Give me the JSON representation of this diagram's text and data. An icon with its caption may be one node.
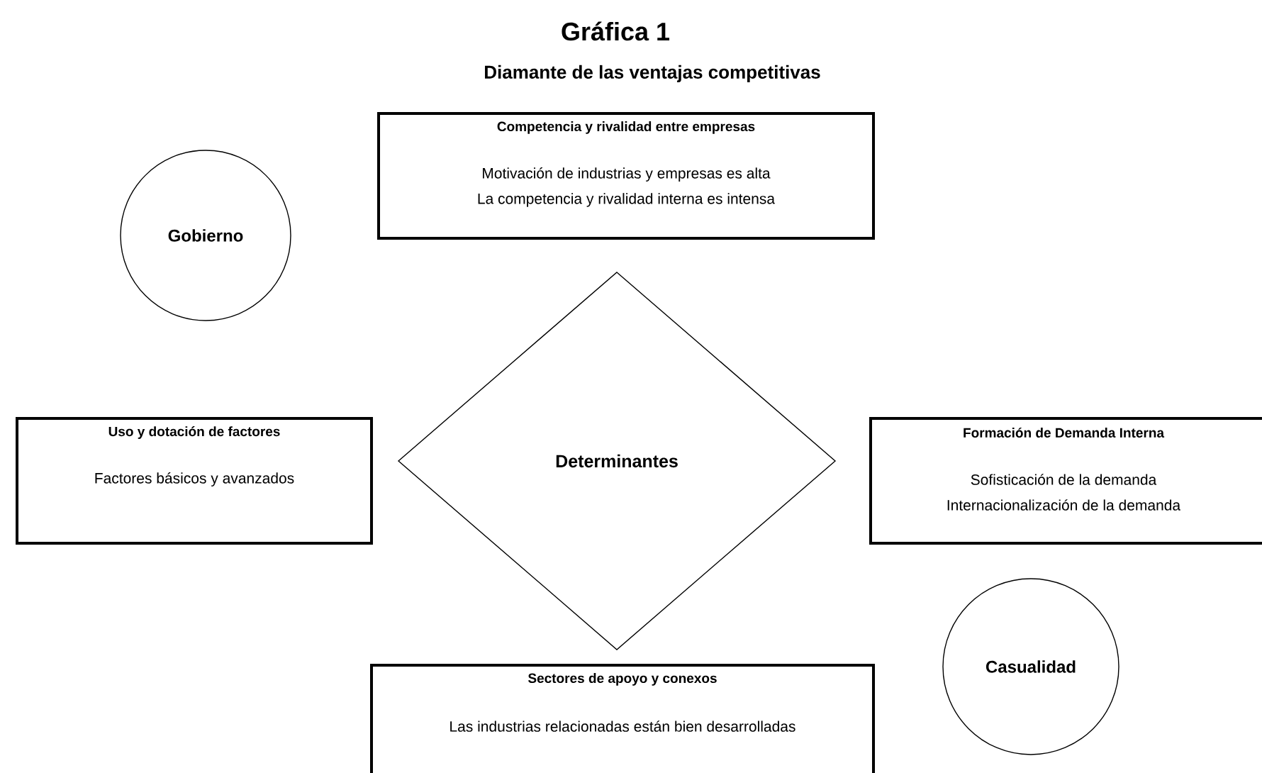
{
  "diagram": {
    "title": "Gráfica 1",
    "caption": "Diamante de las ventajas competitivas",
    "nodes": [
      {
        "text": [
          "Competencia y rivalidad entre empresas",
          "Motivación de industrias y empresas es alta",
          "La competencia y rivalidad interna es intensa"
        ]
      },
      {
        "text": [
          "Gobierno"
        ]
      },
      {
        "text": [
          "Uso y dotación de factores",
          "Factores básicos y avanzados"
        ]
      },
      {
        "text": [
          "Determinantes"
        ]
      },
      {
        "text": [
          "Formación de Demanda Interna",
          "Sofisticación de la demanda",
          "Internacionalización de la demanda"
        ]
      },
      {
        "text": [
          "Casualidad"
        ]
      },
      {
        "text": [
          "Sectores de apoyo y conexos",
          "Las industrias relacionadas están bien desarrolladas"
        ]
      }
    ]
  }
}
